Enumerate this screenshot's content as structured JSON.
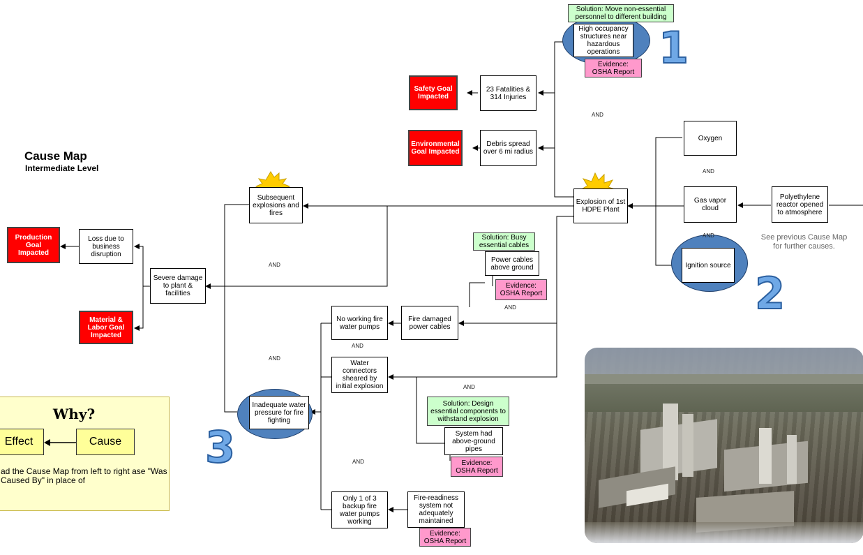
{
  "title": "Cause Map",
  "subtitle": "Intermediate  Level",
  "connector_label": "AND",
  "goals": {
    "safety": "Safety Goal Impacted",
    "environmental": "Environmental Goal Impacted",
    "production": "Production Goal Impacted",
    "material": "Material & Labor Goal Impacted"
  },
  "nodes": {
    "fatalities": "23 Fatalities & 314 Injuries",
    "debris": "Debris spread over 6 mi radius",
    "explosion": "Explosion of 1st HDPE Plant",
    "oxygen": "Oxygen",
    "gas_vapor": "Gas vapor cloud",
    "reactor": "Polyethylene reactor opened to atmosphere",
    "ignition": "Ignition source",
    "occupancy": "High occupancy structures near hazardous operations",
    "subsequent": "Subsequent explosions and fires",
    "loss": "Loss due to business disruption",
    "severe": "Severe damage to plant & facilities",
    "power_above": "Power cables above ground",
    "fire_damaged": "Fire damaged power cables",
    "no_pumps": "No working fire water pumps",
    "connectors": "Water connectors sheared by initial explosion",
    "inadequate": "Inadequate water pressure for fire fighting",
    "above_pipes": "System had above-ground pipes",
    "backup": "Only 1 of 3 backup fire water pumps working",
    "readiness": "Fire-readiness system not adequately maintained"
  },
  "solutions": {
    "move_personnel": "Solution: Move non-essential personnel to different building",
    "bury_cables": "Solution: Busy essential cables",
    "design_components": "Solution: Design essential components to withstand explosion"
  },
  "evidence": "Evidence: OSHA Report",
  "note": "See previous Cause Map for further causes.",
  "numbers": [
    "1",
    "2",
    "3"
  ],
  "legend": {
    "title": "Why?",
    "effect": "Effect",
    "cause": "Cause",
    "text": "ad the Cause Map from left to right ase \"Was Caused By\" in place of"
  },
  "colors": {
    "goal_red": "#ff0000",
    "solution_green": "#ccffcc",
    "evidence_pink": "#ff99cc",
    "ellipse_blue": "#4f81bd",
    "legend_yellow": "#ffffcc"
  }
}
